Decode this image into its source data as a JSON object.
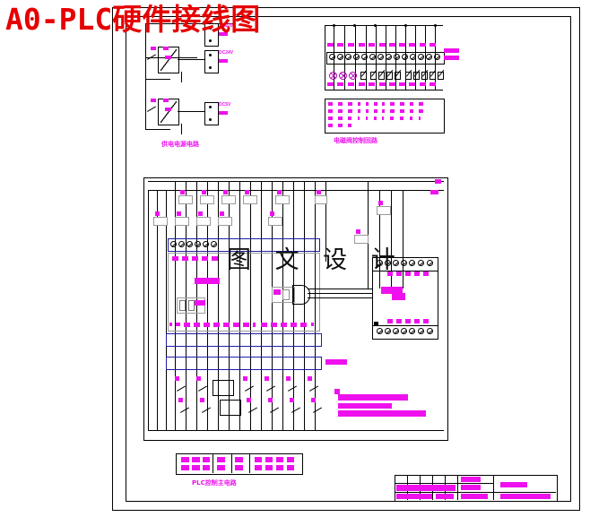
{
  "drawing": {
    "title": "A0-PLC硬件接线图",
    "title_color": "#e60000",
    "watermark": "图 文 设 计",
    "frame": {
      "outer": "outer-border",
      "inner": "inner-border"
    },
    "background": "#ffffff",
    "annotation_color": "#ee11ee",
    "wire_color": "#000000",
    "terminal_strip_color": "#1d1da5"
  },
  "sections": [
    {
      "id": "power-supply",
      "caption": "供电电源电路"
    },
    {
      "id": "solenoid-control",
      "caption": "电磁阀控制回路"
    },
    {
      "id": "plc-main",
      "caption": "PLC控制主电路"
    }
  ],
  "power_supply": {
    "psu_labels": [
      "AC220V",
      "DC24V",
      "DC5V"
    ],
    "unit_count": 3
  },
  "solenoid_control": {
    "terminal_count": 14,
    "lamp_count": 3,
    "coil_count": 11,
    "table_rows": 4,
    "table_cols": 11
  },
  "plc": {
    "module_name": "PLC",
    "top_terminals": 6,
    "bottom_terminal_rows": 2,
    "bottom_terminals_per_row": 17,
    "input_terminals": 17,
    "indicator_count": 18
  },
  "contactor": {
    "top_terminals": 7,
    "bottom_terminals": 7
  },
  "notes": {
    "line1": "",
    "line2": "",
    "line3": ""
  },
  "title_block": {
    "rows": 3,
    "cols": 7
  }
}
